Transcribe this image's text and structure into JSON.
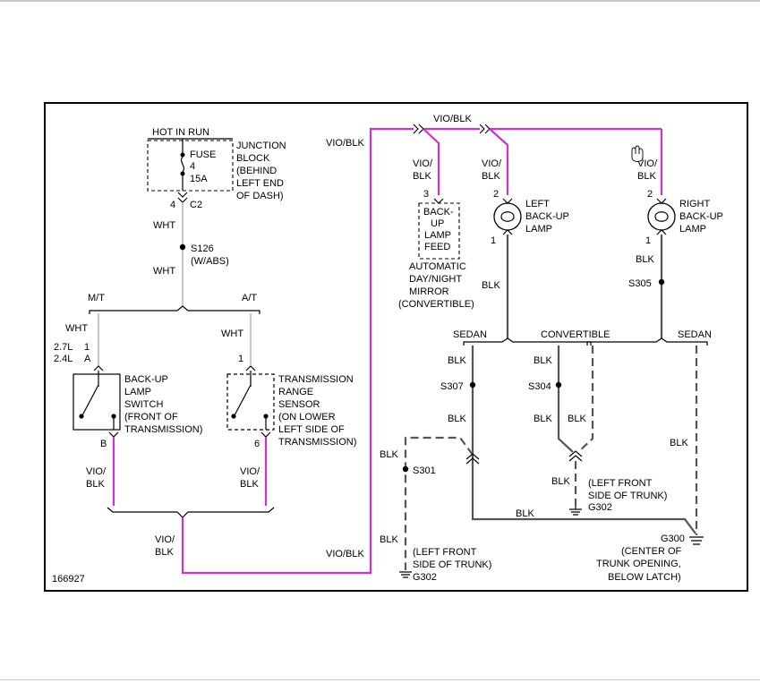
{
  "diagram": {
    "id": "166927",
    "colors": {
      "vio_blk": "#cc33cc",
      "blk": "#555555",
      "wht": "#c8c8c8",
      "frame": "#000000"
    },
    "power": {
      "hot_in_run": "HOT IN RUN",
      "fuse_line1": "FUSE",
      "fuse_line2": "4",
      "fuse_line3": "15A",
      "junction_block": [
        "JUNCTION",
        "BLOCK",
        "(BEHIND",
        "LEFT END",
        "OF DASH)"
      ],
      "connector_pin": "4",
      "connector": "C2"
    },
    "splice_s126": {
      "name": "S126",
      "note": "(W/ABS)"
    },
    "wires": {
      "wht": "WHT",
      "blk": "BLK",
      "vio": "VIO/",
      "blk2": "BLK",
      "vio_blk": "VIO/BLK"
    },
    "branches": {
      "mt": "M/T",
      "at": "A/T",
      "sedan": "SEDAN",
      "convertible": "CONVERTIBLE"
    },
    "backup_switch": {
      "engine1": "2.7L",
      "engine2": "2.4L",
      "pin1": "1",
      "pinA": "A",
      "pinB": "B",
      "label": [
        "BACK-UP",
        "LAMP",
        "SWITCH",
        "(FRONT OF",
        "TRANSMISSION)"
      ]
    },
    "range_sensor": {
      "pin1": "1",
      "pin6": "6",
      "label": [
        "TRANSMISSION",
        "RANGE",
        "SENSOR",
        "(ON LOWER",
        "LEFT SIDE OF",
        "TRANSMISSION)"
      ]
    },
    "mirror": {
      "pin": "3",
      "box": [
        "BACK-",
        "UP",
        "LAMP",
        "FEED"
      ],
      "label": [
        "AUTOMATIC",
        "DAY/NIGHT",
        "MIRROR",
        "(CONVERTIBLE)"
      ]
    },
    "left_lamp": {
      "pin_top": "2",
      "pin_bottom": "1",
      "label": [
        "LEFT",
        "BACK-UP",
        "LAMP"
      ]
    },
    "right_lamp": {
      "pin_top": "2",
      "pin_bottom": "1",
      "label": [
        "RIGHT",
        "BACK-UP",
        "LAMP"
      ]
    },
    "splices": {
      "s301": "S301",
      "s304": "S304",
      "s305": "S305",
      "s307": "S307"
    },
    "grounds": {
      "g302_left": "G302",
      "g302_left_note": [
        "(LEFT FRONT",
        "SIDE OF TRUNK)"
      ],
      "g302_right": "G302",
      "g302_right_note": [
        "(LEFT FRONT",
        "SIDE OF TRUNK)"
      ],
      "g300": "G300",
      "g300_note": [
        "(CENTER OF",
        "TRUNK OPENING,",
        "BELOW LATCH)"
      ]
    }
  }
}
